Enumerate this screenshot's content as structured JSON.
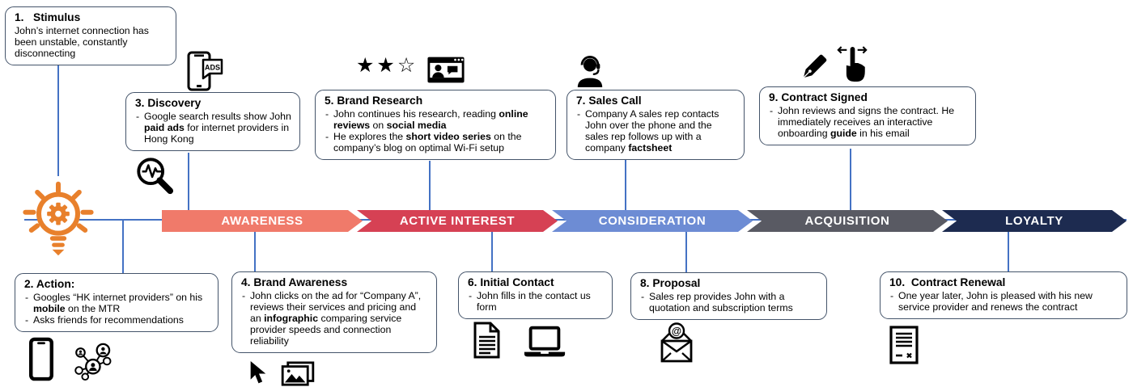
{
  "colors": {
    "connector": "#4472C4",
    "border": "#44546A",
    "bulb": "#E8802C",
    "ink": "#000000",
    "stage_text": "#FFFFFF"
  },
  "stages": [
    {
      "label": "AWARENESS",
      "color": "#F07A6A"
    },
    {
      "label": "ACTIVE INTEREST",
      "color": "#D64154"
    },
    {
      "label": "CONSIDERATION",
      "color": "#6D8CD4"
    },
    {
      "label": "ACQUISITION",
      "color": "#595A63"
    },
    {
      "label": "LOYALTY",
      "color": "#1D2B50"
    }
  ],
  "boxes": [
    {
      "title": "1.   Stimulus",
      "bulleted": false,
      "body": [
        [
          {
            "t": "John’s internet connection has been unstable, constantly disconnecting"
          }
        ]
      ]
    },
    {
      "title": "2. Action:",
      "bulleted": true,
      "body": [
        [
          {
            "t": "Googles “HK internet providers” on his "
          },
          {
            "t": "mobile",
            "b": true
          },
          {
            "t": " on the MTR"
          }
        ],
        [
          {
            "t": "Asks friends for recommendations"
          }
        ]
      ]
    },
    {
      "title": "3. Discovery",
      "bulleted": true,
      "body": [
        [
          {
            "t": "Google search results show John "
          },
          {
            "t": "paid ads",
            "b": true
          },
          {
            "t": " for internet providers in Hong Kong"
          }
        ]
      ]
    },
    {
      "title": "4. Brand Awareness",
      "bulleted": true,
      "body": [
        [
          {
            "t": "John clicks on the ad for “Company A”, reviews their services and pricing and an "
          },
          {
            "t": "infographic",
            "b": true
          },
          {
            "t": " comparing service provider speeds and connection reliability"
          }
        ]
      ]
    },
    {
      "title": "5. Brand Research",
      "bulleted": true,
      "body": [
        [
          {
            "t": "John continues his research, reading "
          },
          {
            "t": "online reviews",
            "b": true
          },
          {
            "t": " on "
          },
          {
            "t": "social media",
            "b": true
          }
        ],
        [
          {
            "t": "He explores the "
          },
          {
            "t": "short video series",
            "b": true
          },
          {
            "t": " on the company’s blog on optimal Wi-Fi setup"
          }
        ]
      ]
    },
    {
      "title": "6. Initial Contact",
      "bulleted": true,
      "body": [
        [
          {
            "t": "John fills in the contact us form"
          }
        ]
      ]
    },
    {
      "title": "7. Sales Call",
      "bulleted": true,
      "body": [
        [
          {
            "t": "Company A sales rep contacts John over the phone and the sales rep follows up with a company "
          },
          {
            "t": "factsheet",
            "b": true
          }
        ]
      ]
    },
    {
      "title": "8. Proposal",
      "bulleted": true,
      "body": [
        [
          {
            "t": "Sales rep provides John with a quotation and subscription terms"
          }
        ]
      ]
    },
    {
      "title": "9. Contract Signed",
      "bulleted": true,
      "body": [
        [
          {
            "t": "John reviews and signs the contract. He immediately receives an interactive onboarding "
          },
          {
            "t": "guide",
            "b": true
          },
          {
            "t": " in his email"
          }
        ]
      ]
    },
    {
      "title": "10.  Contract Renewal",
      "bulleted": true,
      "body": [
        [
          {
            "t": "One year later, John is pleased with his new service provider and renews the contract"
          }
        ]
      ]
    }
  ],
  "glyphs": {
    "rating_stars": "★★☆",
    "ads_label": "ADS",
    "at_symbol": "@"
  },
  "icon_names": [
    "lightbulb-gear-icon",
    "phone-ads-icon",
    "search-pulse-icon",
    "star-rating-icon",
    "video-chat-window-icon",
    "support-agent-icon",
    "pen-nib-icon",
    "swipe-hand-icon",
    "smartphone-icon",
    "social-network-icon",
    "cursor-icon",
    "images-icon",
    "document-icon",
    "laptop-icon",
    "email-at-icon",
    "contract-icon"
  ]
}
